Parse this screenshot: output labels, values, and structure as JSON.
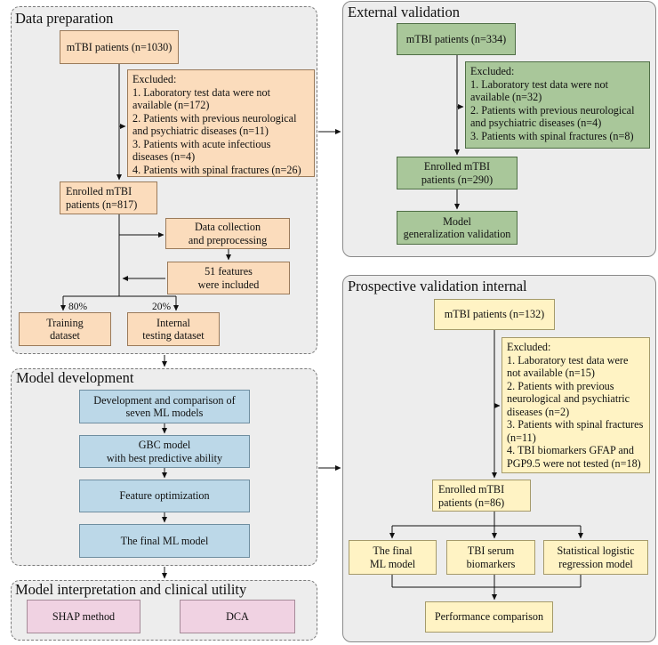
{
  "data_preparation": {
    "title": "Data preparation",
    "mtbi": "mTBI patients (n=1030)",
    "excluded": [
      "Excluded:",
      "1. Laboratory test data were not",
      "available (n=172)",
      "2. Patients with previous neurological",
      "and psychiatric diseases (n=11)",
      "3. Patients with acute infectious",
      "diseases (n=4)",
      "4. Patients with spinal fractures (n=26)"
    ],
    "enrolled": [
      "Enrolled mTBI",
      "patients (n=817)"
    ],
    "collection": [
      "Data collection",
      "and preprocessing"
    ],
    "features": [
      "51 features",
      "were included"
    ],
    "pct_train": "80%",
    "pct_test": "20%",
    "training": [
      "Training",
      "dataset"
    ],
    "testing": [
      "Internal",
      "testing dataset"
    ]
  },
  "model_development": {
    "title": "Model development",
    "step1": [
      "Development and comparison of",
      "seven ML models"
    ],
    "step2": [
      "GBC model",
      "with best predictive ability"
    ],
    "step3": "Feature optimization",
    "step4": "The final ML model"
  },
  "interpretation": {
    "title": "Model interpretation and clinical utility",
    "shap": "SHAP method",
    "dca": "DCA"
  },
  "external": {
    "title": "External validation",
    "mtbi": "mTBI patients (n=334)",
    "excluded": [
      "Excluded:",
      "1. Laboratory test data were not",
      "available (n=32)",
      "2. Patients with previous neurological",
      "and psychiatric diseases (n=4)",
      "3. Patients with spinal fractures (n=8)"
    ],
    "enrolled": [
      "Enrolled mTBI",
      "patients (n=290)"
    ],
    "generalization": [
      "Model",
      "generalization validation"
    ]
  },
  "prospective": {
    "title": "Prospective validation internal",
    "mtbi": "mTBI patients (n=132)",
    "excluded": [
      "Excluded:",
      "1. Laboratory test data were",
      "not available (n=15)",
      "2. Patients with previous",
      "neurological and psychiatric",
      "diseases (n=2)",
      "3. Patients with spinal fractures",
      "(n=11)",
      "4. TBI biomarkers GFAP and",
      "PGP9.5 were not tested (n=18)"
    ],
    "enrolled": [
      "Enrolled mTBI",
      "patients (n=86)"
    ],
    "final_model": [
      "The final",
      "ML model"
    ],
    "serum": [
      "TBI serum",
      "biomarkers"
    ],
    "logistic": [
      "Statistical logistic",
      "regression model"
    ],
    "performance": "Performance comparison"
  },
  "colors": {
    "orange": "#fbdcbc",
    "green": "#a9c79a",
    "yellow": "#fff3c4",
    "blue": "#bcd8e8",
    "pink": "#f0d2e2",
    "panel": "#ededed"
  }
}
